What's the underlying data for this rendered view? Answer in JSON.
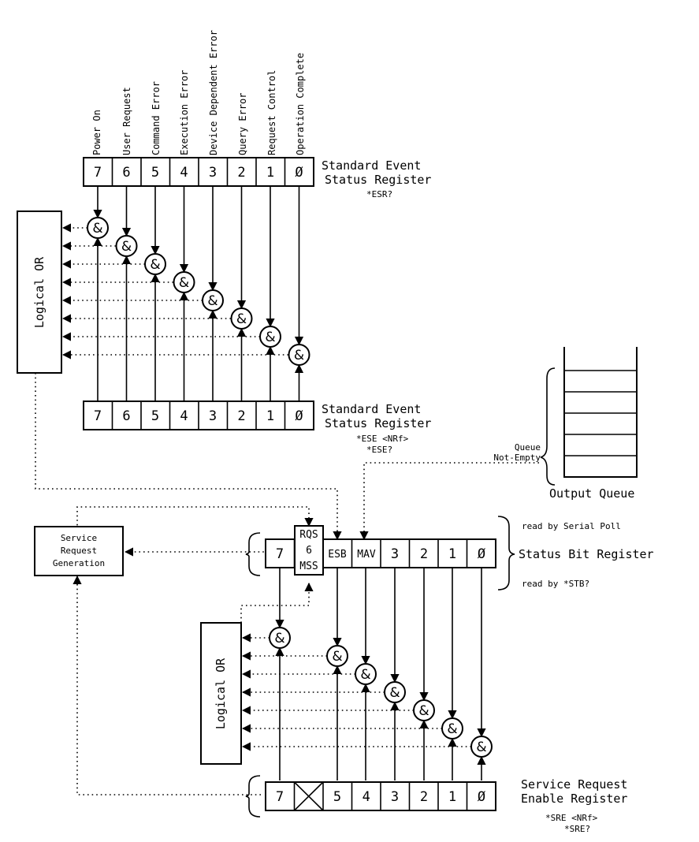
{
  "ese_bit_names": [
    "Power On",
    "User Request",
    "Command Error",
    "Execution Error",
    "Device Dependent Error",
    "Query Error",
    "Request Control",
    "Operation Complete"
  ],
  "esr": {
    "cells": [
      "7",
      "6",
      "5",
      "4",
      "3",
      "2",
      "1",
      "Ø"
    ],
    "title_line1": "Standard Event",
    "title_line2": "Status Register",
    "query": "*ESR?"
  },
  "ese": {
    "cells": [
      "7",
      "6",
      "5",
      "4",
      "3",
      "2",
      "1",
      "Ø"
    ],
    "title_line1": "Standard Event",
    "title_line2": "Status Register",
    "cmd1": "*ESE <NRf>",
    "cmd2": "*ESE?"
  },
  "logical_or_label": "Logical OR",
  "and_symbol": "&",
  "output_queue": {
    "label": "Output Queue",
    "queue_line1": "Queue",
    "queue_line2": "Not-Empty"
  },
  "service_request": {
    "line1": "Service",
    "line2": "Request",
    "line3": "Generation"
  },
  "stb": {
    "cells": [
      "7",
      "ESB",
      "MAV",
      "3",
      "2",
      "1",
      "Ø"
    ],
    "rqs_line1": "RQS",
    "rqs_line2": "6",
    "rqs_line3": "MSS",
    "title": "Status Bit Register",
    "read_serial": "read by Serial Poll",
    "read_stb": "read by *STB?"
  },
  "sre": {
    "cells": [
      "7",
      "",
      "5",
      "4",
      "3",
      "2",
      "1",
      "Ø"
    ],
    "title_line1": "Service Request",
    "title_line2": "Enable Register",
    "cmd1": "*SRE <NRf>",
    "cmd2": "*SRE?"
  }
}
